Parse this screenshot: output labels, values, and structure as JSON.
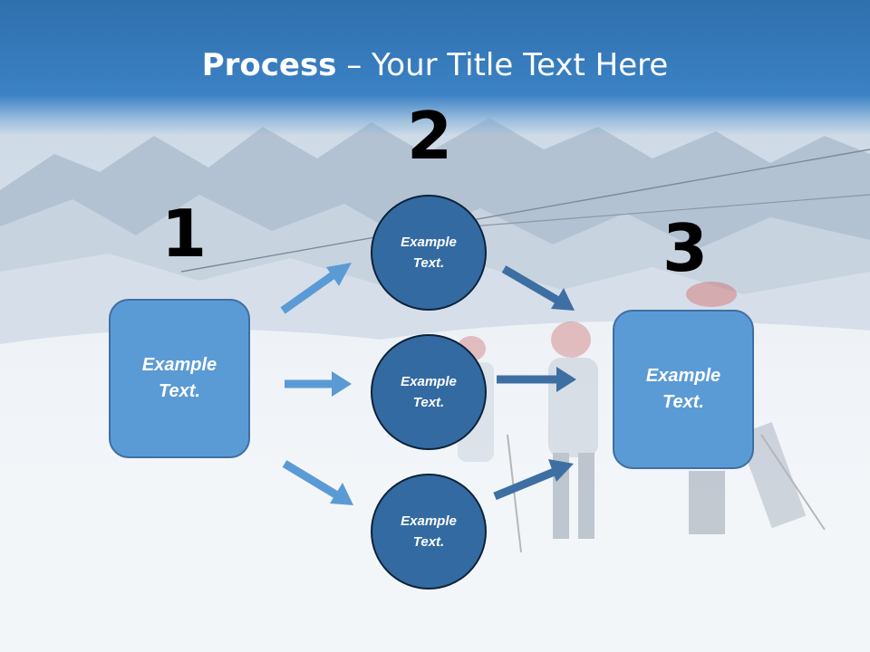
{
  "title": {
    "bold": "Process",
    "rest": " – Your Title Text Here"
  },
  "steps": {
    "one": "1",
    "two": "2",
    "three": "3"
  },
  "left_box": {
    "line1": "Example",
    "line2": "Text."
  },
  "circles": [
    {
      "line1": "Example",
      "line2": "Text."
    },
    {
      "line1": "Example",
      "line2": "Text."
    },
    {
      "line1": "Example",
      "line2": "Text."
    }
  ],
  "right_box": {
    "line1": "Example",
    "line2": "Text."
  },
  "colors": {
    "light_blue": "#5b9bd5",
    "dark_blue": "#336aa1",
    "arrow_light": "#5b9bd5",
    "arrow_dark": "#3e6fa3"
  }
}
